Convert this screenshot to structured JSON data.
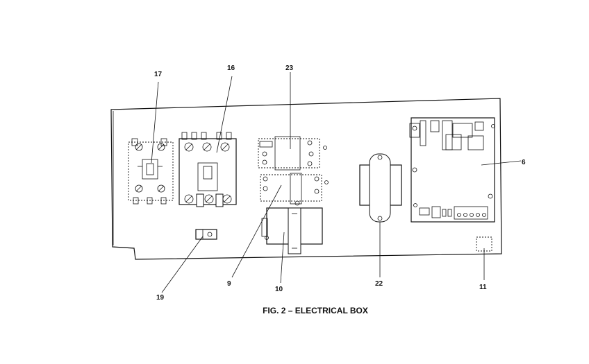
{
  "figure": {
    "caption": "FIG. 2 – ELECTRICAL BOX"
  },
  "callouts": [
    {
      "id": "callout-17",
      "label": "17"
    },
    {
      "id": "callout-16",
      "label": "16"
    },
    {
      "id": "callout-23",
      "label": "23"
    },
    {
      "id": "callout-6",
      "label": "6"
    },
    {
      "id": "callout-19",
      "label": "19"
    },
    {
      "id": "callout-9",
      "label": "9"
    },
    {
      "id": "callout-10",
      "label": "10"
    },
    {
      "id": "callout-22",
      "label": "22"
    },
    {
      "id": "callout-11",
      "label": "11"
    }
  ]
}
